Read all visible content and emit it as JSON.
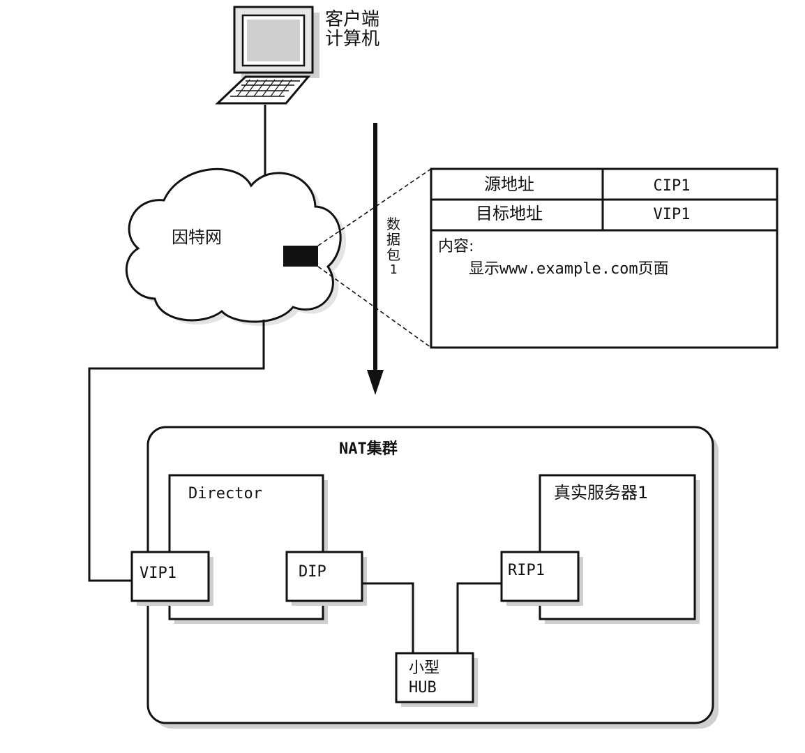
{
  "client": {
    "label_line1": "客户端",
    "label_line2": "计算机"
  },
  "internet": {
    "label": "因特网"
  },
  "packet": {
    "arrow_label_chars": [
      "数",
      "据",
      "包",
      "1"
    ],
    "table": {
      "rows": [
        {
          "field": "源地址",
          "value": "CIP1"
        },
        {
          "field": "目标地址",
          "value": "VIP1"
        }
      ],
      "content_label": "内容:",
      "content_value": "显示www.example.com页面"
    }
  },
  "cluster": {
    "title": "NAT集群",
    "director": {
      "label": "Director",
      "vip": "VIP1",
      "dip": "DIP"
    },
    "real_server": {
      "label": "真实服务器1",
      "rip": "RIP1"
    },
    "hub": {
      "label_line1": "小型",
      "label_line2": "HUB"
    }
  }
}
